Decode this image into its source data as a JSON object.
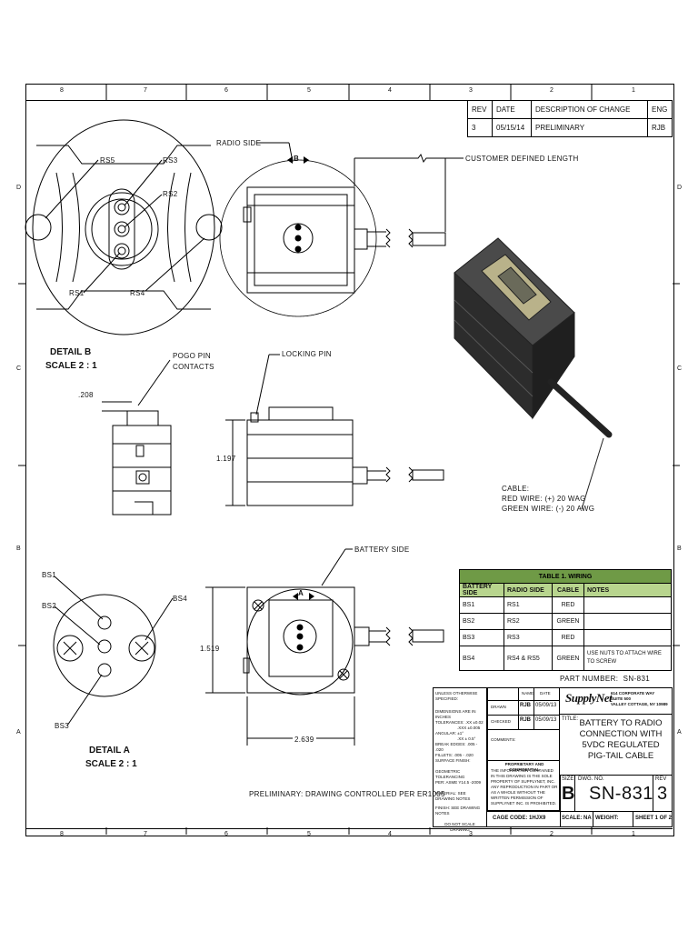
{
  "zones": {
    "top": [
      "8",
      "7",
      "6",
      "5",
      "4",
      "3",
      "2",
      "1"
    ],
    "bottom": [
      "8",
      "7",
      "6",
      "5",
      "4",
      "3",
      "2",
      "1"
    ],
    "left": [
      "D",
      "C",
      "B",
      "A"
    ],
    "right": [
      "D",
      "C",
      "B",
      "A"
    ]
  },
  "revision_table": {
    "headers": [
      "REV",
      "DATE",
      "DESCRIPTION OF CHANGE",
      "ENG"
    ],
    "rows": [
      [
        "3",
        "05/15/14",
        "PRELIMINARY",
        "RJB"
      ]
    ]
  },
  "callouts": {
    "rs5": "RS5",
    "rs3": "RS3",
    "rs2": "RS2",
    "rs1": "RS1",
    "rs4": "RS4",
    "radio_side": "RADIO SIDE",
    "customer_length": "CUSTOMER DEFINED LENGTH",
    "detail_b": "DETAIL B",
    "scale_b": "SCALE 2 : 1",
    "pogo": "POGO PIN",
    "contacts": "CONTACTS",
    "locking_pin": "LOCKING PIN",
    "dim_208": ".208",
    "dim_1197": "1.197",
    "cable_title": "CABLE:",
    "red_wire": "RED WIRE: (+) 20 WAG",
    "green_wire": "GREEN WIRE: (-) 20 AWG",
    "battery_side": "BATTERY SIDE",
    "bs1": "BS1",
    "bs2": "BS2",
    "bs3": "BS3",
    "bs4": "BS4",
    "dim_1519": "1.519",
    "dim_2639": "2.639",
    "detail_a": "DETAIL A",
    "scale_a": "SCALE 2 : 1",
    "section_a": "A",
    "section_b": "B",
    "preliminary_note": "PRELIMINARY: DRAWING CONTROLLED PER ER1005"
  },
  "wiring_table": {
    "title": "TABLE 1. WIRING",
    "headers": [
      "BATTERY SIDE",
      "RADIO SIDE",
      "CABLE",
      "NOTES"
    ],
    "rows": [
      [
        "BS1",
        "RS1",
        "RED",
        ""
      ],
      [
        "BS2",
        "RS2",
        "GREEN",
        ""
      ],
      [
        "BS3",
        "RS3",
        "RED",
        ""
      ],
      [
        "BS4",
        "RS4 & RS5",
        "GREEN",
        "USE NUTS TO ATTACH WIRE TO SCREW"
      ]
    ]
  },
  "title_block": {
    "part_number_label": "PART NUMBER:",
    "part_number": "SN-831",
    "unless_note": "UNLESS OTHERWISE SPECIFIED:",
    "dims_note": "DIMENSIONS ARE IN INCHES",
    "tol_note": "TOLERANCES: .XX ±0.02",
    "tol2": ".XXX ±0.005",
    "angular": "ANGULAR: ±1°",
    "angular2": ".XX ± 0.5°",
    "break_edges": "BREAK EDGES: .005 - .020",
    "fillets": "FILLETS: .005 - .020",
    "surface": "SURFACE FINISH:",
    "geo_tol": "GEOMETRIC TOLERANCING",
    "asme": "PER: ASME Y14.5 -2009",
    "material": "MATERIAL: SEE DRAWING NOTES",
    "finish": "FINISH: SEE DRAWING NOTES",
    "do_not_scale": "DO NOT SCALE DRAWING",
    "name_h": "NAME",
    "date_h": "DATE",
    "drawn": "DRAWN",
    "checked": "CHECKED",
    "drawn_name": "RJB",
    "drawn_date": "05/09/13",
    "checked_name": "RJB",
    "checked_date": "05/09/13",
    "comments": "COMMENTS:",
    "prop_title": "PROPRIETARY AND CONFIDENTIAL",
    "prop_text": "THE INFORMATION CONTAINED IN THIS DRAWING IS THE SOLE PROPERTY OF SUPPLYNET, INC.  ANY REPRODUCTION IN PART OR AS A WHOLE WITHOUT THE WRITTEN PERMISSION OF SUPPLYNET INC. IS PROHIBITED.",
    "logo": "SupplyNet",
    "addr1": "614 CORPORATE WAY",
    "addr2": "SUITE 500",
    "addr3": "VALLEY COTTAGE, NY 10989",
    "title_label": "TITLE:",
    "title_lines": [
      "BATTERY TO RADIO",
      "CONNECTION WITH",
      "5VDC REGULATED",
      "PIG-TAIL CABLE"
    ],
    "size_label": "SIZE",
    "size": "B",
    "dwg_label": "DWG.  NO.",
    "dwg_no": "SN-831",
    "rev_label": "REV",
    "rev": "3",
    "cage": "CAGE CODE: 1HJX9",
    "scale": "SCALE: NA",
    "weight": "WEIGHT:",
    "sheet": "SHEET 1 OF 2"
  },
  "colors": {
    "table_header": "#6f9a46",
    "table_subheader": "#b8d58e"
  }
}
